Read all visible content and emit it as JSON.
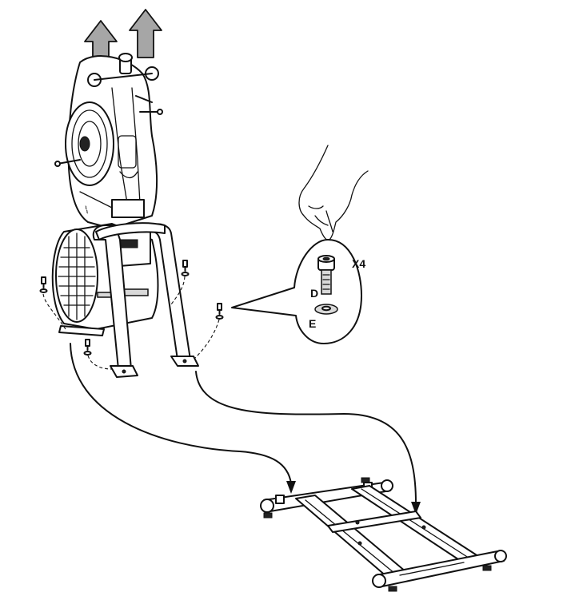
{
  "callout": {
    "quantity_label": "X4",
    "bolt_label": "D",
    "washer_label": "E"
  },
  "colors": {
    "line": "#111111",
    "arrow_fill": "#a6a6a6",
    "background": "#ffffff"
  },
  "icons": [
    "lift-arrow-icon",
    "lift-arrow-icon",
    "hand-icon",
    "bolt-icon",
    "washer-icon"
  ]
}
